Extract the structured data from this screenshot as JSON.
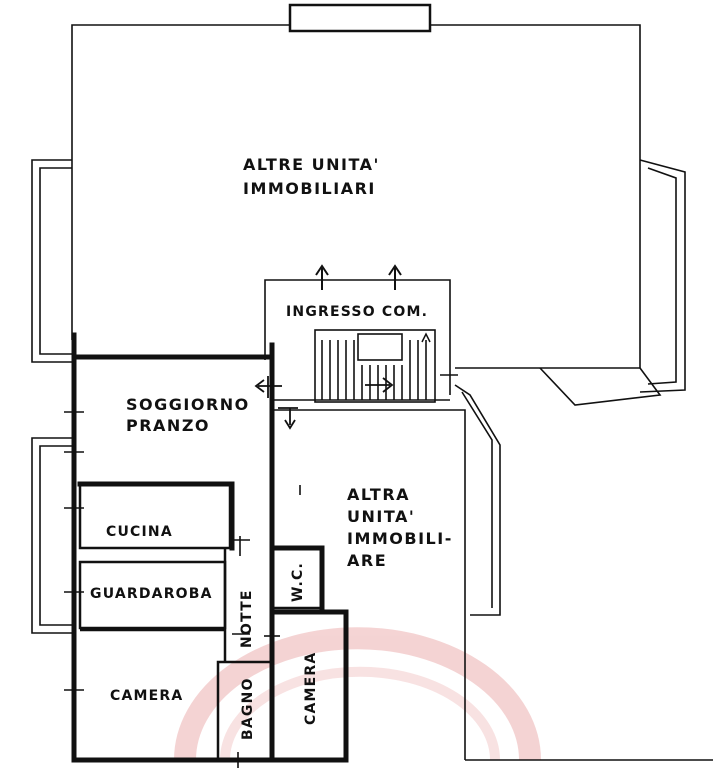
{
  "rooms": {
    "altre_unita": [
      "ALTRE UNITA'",
      "IMMOBILIARI"
    ],
    "ingresso": "INGRESSO COM.",
    "soggiorno": [
      "SOGGIORNO",
      "PRANZO"
    ],
    "altra_unita": [
      "ALTRA",
      "UNITA'",
      "IMMOBILI-",
      "ARE"
    ],
    "cucina": "CUCINA",
    "guardaroba": "GUARDAROBA",
    "notte": "NOTTE",
    "wc": "W.C.",
    "camera_left": "CAMERA",
    "bagno": "BAGNO",
    "camera_right": "CAMERA"
  },
  "colors": {
    "ink": "#111111",
    "watermark": "#e8a0a0"
  },
  "icons": [
    "entry-arrow-icon",
    "door-arrow-icon",
    "stair-arrow-icon",
    "window-tick-icon"
  ]
}
